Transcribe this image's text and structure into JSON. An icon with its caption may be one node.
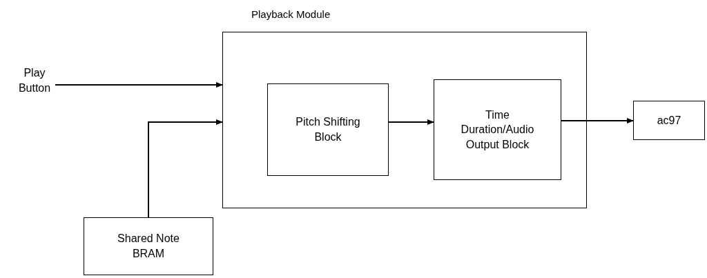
{
  "diagram": {
    "nodes": [
      {
        "text": [
          "Playback Module"
        ]
      },
      {
        "text": [
          "Pitch Shifting Block"
        ],
        "in": 0
      },
      {
        "text": [
          "Time Duration/Audio Output Block"
        ],
        "in": 0
      },
      {
        "text": [
          "ac97"
        ]
      },
      {
        "text": [
          "Play Button"
        ]
      },
      {
        "text": [
          "Shared Note BRAM"
        ]
      }
    ],
    "edges": [
      {
        "from": 4,
        "to": 0,
        "arrow": "to"
      },
      {
        "from": 5,
        "to": 0,
        "arrow": "to"
      },
      {
        "from": 1,
        "to": 2,
        "arrow": "to"
      },
      {
        "from": 2,
        "to": 3,
        "arrow": "to"
      }
    ]
  }
}
